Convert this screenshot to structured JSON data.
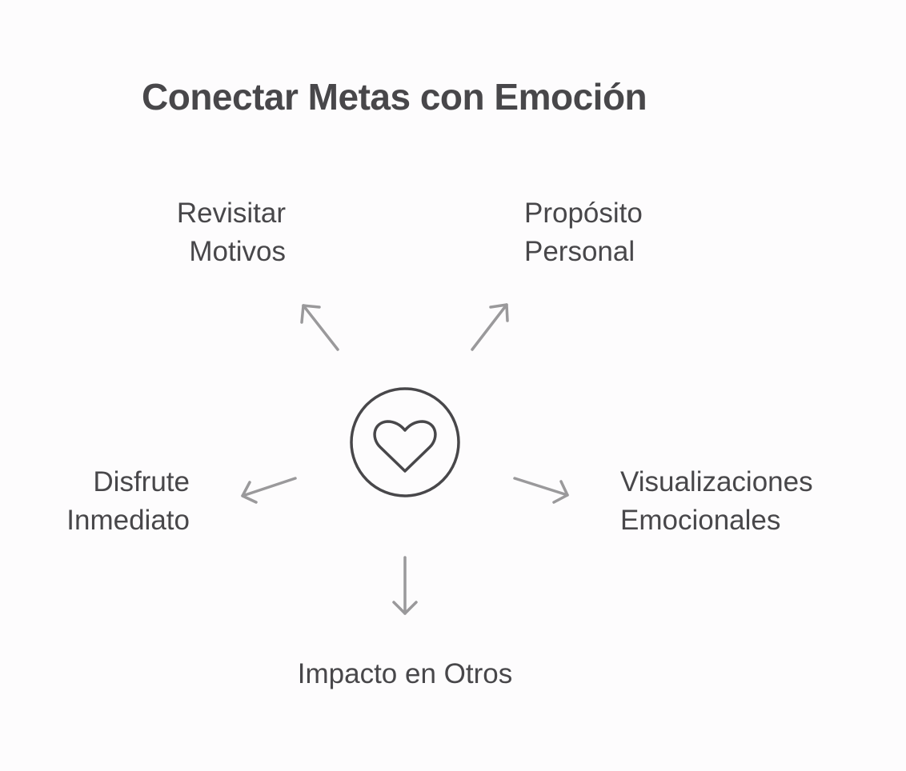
{
  "title": "Conectar Metas con Emoción",
  "center": {
    "icon": "heart-icon",
    "color": "#48474a"
  },
  "arrow_color": "#9a999b",
  "nodes": [
    {
      "id": "revisitar-motivos",
      "lines": [
        "Revisitar",
        "Motivos"
      ],
      "direction": "up-left"
    },
    {
      "id": "proposito-personal",
      "lines": [
        "Propósito",
        "Personal"
      ],
      "direction": "up-right"
    },
    {
      "id": "disfrute-inmediato",
      "lines": [
        "Disfrute",
        "Inmediato"
      ],
      "direction": "left"
    },
    {
      "id": "visualizaciones-emocionales",
      "lines": [
        "Visualizaciones",
        "Emocionales"
      ],
      "direction": "right"
    },
    {
      "id": "impacto-en-otros",
      "lines": [
        "Impacto en Otros"
      ],
      "direction": "down"
    }
  ]
}
